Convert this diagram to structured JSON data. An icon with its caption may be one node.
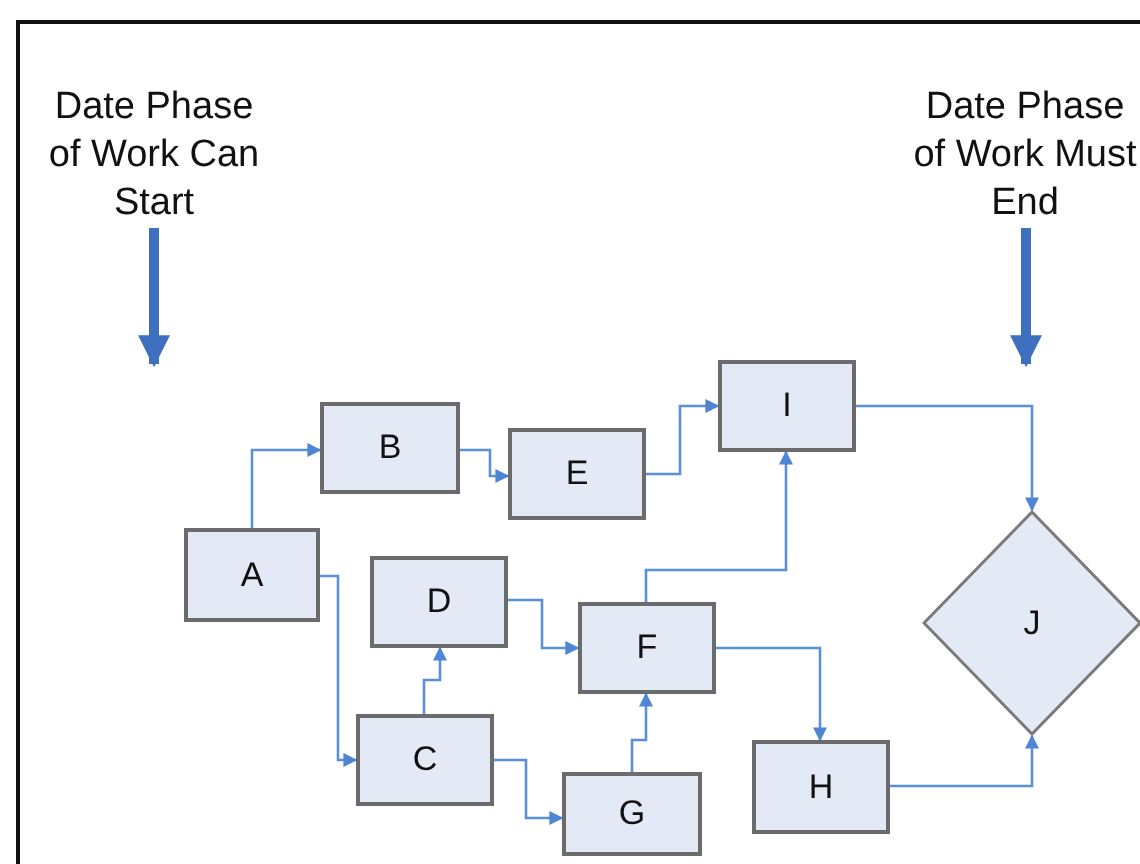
{
  "diagram": {
    "nodes": [
      {
        "text": [
          "Date Phase of Work Can Start"
        ]
      },
      {
        "text": [
          "Date Phase of Work Must End"
        ]
      },
      {
        "text": [
          "A"
        ]
      },
      {
        "text": [
          "B"
        ]
      },
      {
        "text": [
          "C"
        ]
      },
      {
        "text": [
          "D"
        ]
      },
      {
        "text": [
          "E"
        ]
      },
      {
        "text": [
          "F"
        ]
      },
      {
        "text": [
          "G"
        ]
      },
      {
        "text": [
          "H"
        ]
      },
      {
        "text": [
          "I"
        ]
      },
      {
        "text": [
          "J"
        ]
      }
    ],
    "edges": [
      {
        "from": 0,
        "to": null,
        "arrow": "to",
        "style": "thick"
      },
      {
        "from": 1,
        "to": null,
        "arrow": "to",
        "style": "thick"
      },
      {
        "from": 2,
        "to": 3,
        "arrow": "to"
      },
      {
        "from": 3,
        "to": 6,
        "arrow": "to"
      },
      {
        "from": 6,
        "to": 10,
        "arrow": "to"
      },
      {
        "from": 2,
        "to": 4,
        "arrow": "to"
      },
      {
        "from": 4,
        "to": 5,
        "arrow": "to"
      },
      {
        "from": 5,
        "to": 7,
        "arrow": "to"
      },
      {
        "from": 4,
        "to": 8,
        "arrow": "to"
      },
      {
        "from": 8,
        "to": 7,
        "arrow": "to"
      },
      {
        "from": 7,
        "to": 10,
        "arrow": "to"
      },
      {
        "from": 7,
        "to": 9,
        "arrow": "to"
      },
      {
        "from": 10,
        "to": 11,
        "arrow": "to"
      },
      {
        "from": 9,
        "to": 11,
        "arrow": "to"
      }
    ]
  }
}
